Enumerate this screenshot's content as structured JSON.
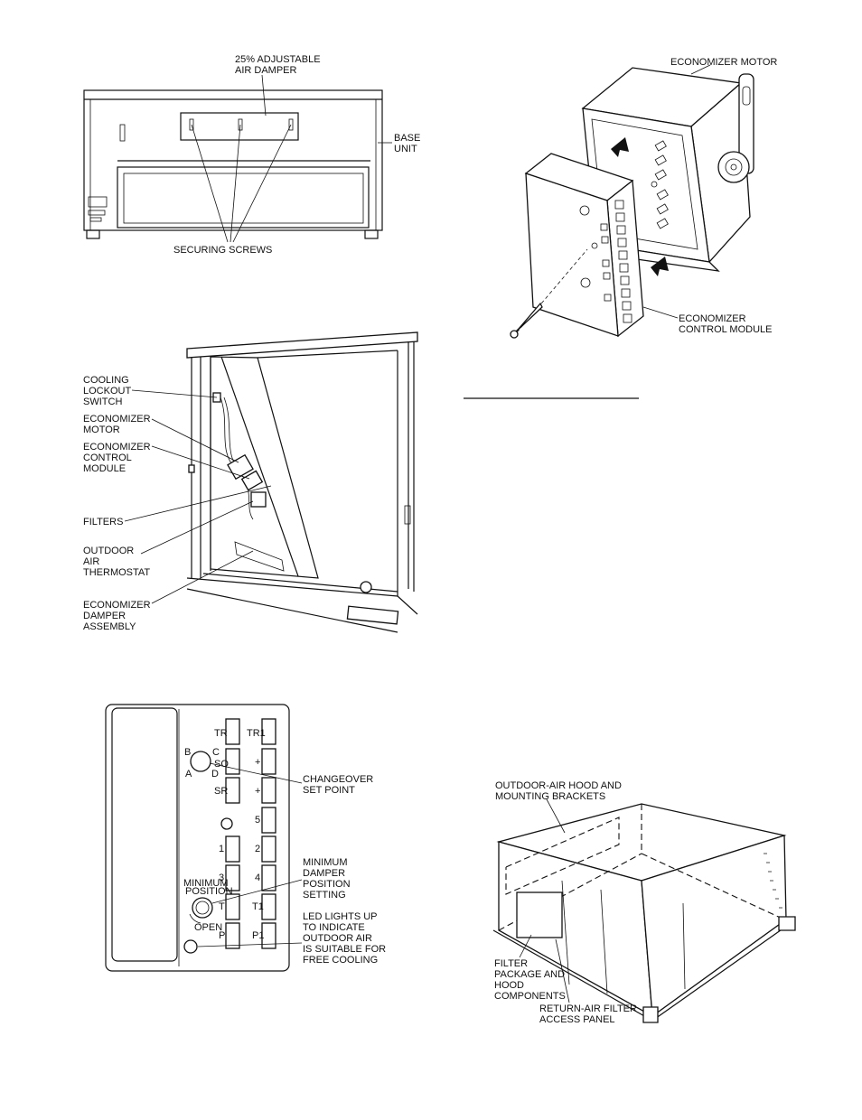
{
  "figure_base_unit": {
    "damper_label": [
      "25% ADJUSTABLE",
      "AIR DAMPER"
    ],
    "base_unit_label": [
      "BASE",
      "UNIT"
    ],
    "screws_label": "SECURING SCREWS"
  },
  "figure_module": {
    "motor_label": "ECONOMIZER MOTOR",
    "module_label": [
      "ECONOMIZER",
      "CONTROL MODULE"
    ]
  },
  "figure_components": {
    "labels": [
      [
        "COOLING",
        "LOCKOUT",
        "SWITCH"
      ],
      [
        "ECONOMIZER",
        "MOTOR"
      ],
      [
        "ECONOMIZER",
        "CONTROL",
        "MODULE"
      ],
      [
        "FILTERS"
      ],
      [
        "OUTDOOR",
        "AIR",
        "THERMOSTAT"
      ],
      [
        "ECONOMIZER",
        "DAMPER",
        "ASSEMBLY"
      ]
    ]
  },
  "figure_control_panel": {
    "terminals_left": [
      "TR",
      "SO",
      "SR",
      "",
      "1",
      "3",
      "T",
      "P"
    ],
    "terminals_right": [
      "TR1",
      "+",
      "+",
      "5",
      "2",
      "4",
      "T1",
      "P1"
    ],
    "dial_letters": [
      "B",
      "C",
      "A",
      "D"
    ],
    "min_position_text": [
      "MINIMUM",
      "POSITION"
    ],
    "open_text": "OPEN",
    "callouts": [
      [
        "CHANGEOVER",
        "SET POINT"
      ],
      [
        "MINIMUM",
        "DAMPER",
        "POSITION",
        "SETTING"
      ],
      [
        "LED LIGHTS UP",
        "TO INDICATE",
        "OUTDOOR AIR",
        "IS SUITABLE FOR",
        "FREE COOLING"
      ]
    ]
  },
  "figure_hood": {
    "hood_label": [
      "OUTDOOR-AIR HOOD AND",
      "MOUNTING BRACKETS"
    ],
    "filter_label": [
      "FILTER",
      "PACKAGE AND",
      "HOOD",
      "COMPONENTS"
    ],
    "panel_label": [
      "RETURN-AIR FILTER",
      "ACCESS PANEL"
    ]
  }
}
